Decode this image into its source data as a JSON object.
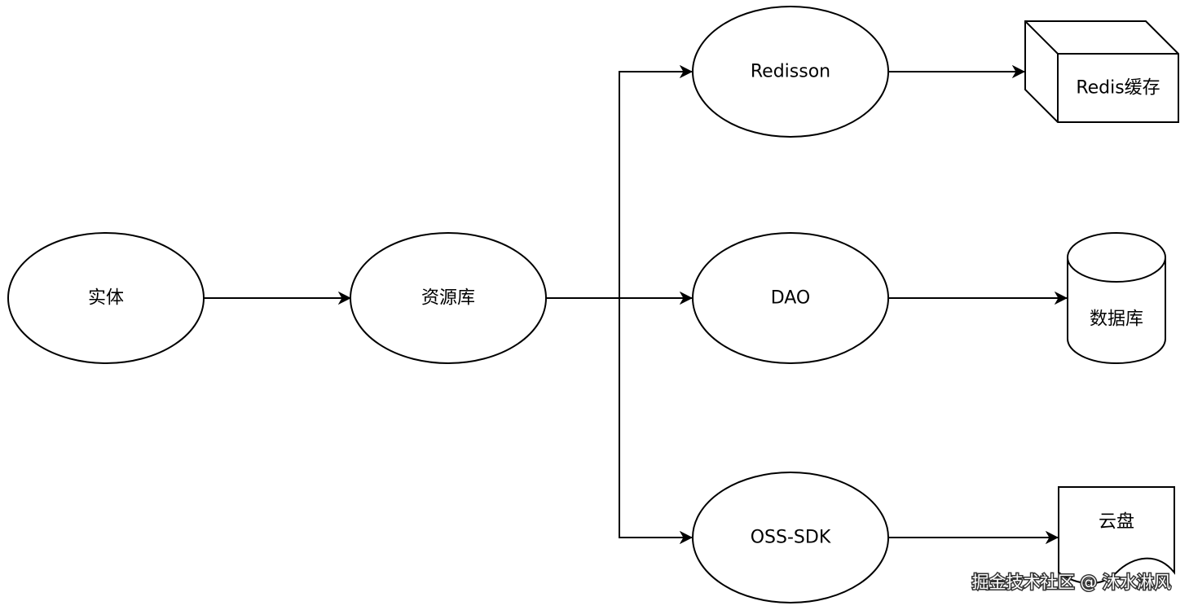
{
  "nodes": {
    "entity": {
      "label": "实体"
    },
    "resource_lib": {
      "label": "资源库"
    },
    "redisson": {
      "label": "Redisson"
    },
    "dao": {
      "label": "DAO"
    },
    "oss_sdk": {
      "label": "OSS-SDK"
    },
    "redis_cache": {
      "label": "Redis缓存"
    },
    "database": {
      "label": "数据库"
    },
    "cloud_disk": {
      "label": "云盘"
    }
  },
  "watermark": {
    "text": "掘金技术社区 @ 沐水淋风"
  },
  "colors": {
    "stroke": "#000000",
    "fill": "#ffffff"
  }
}
